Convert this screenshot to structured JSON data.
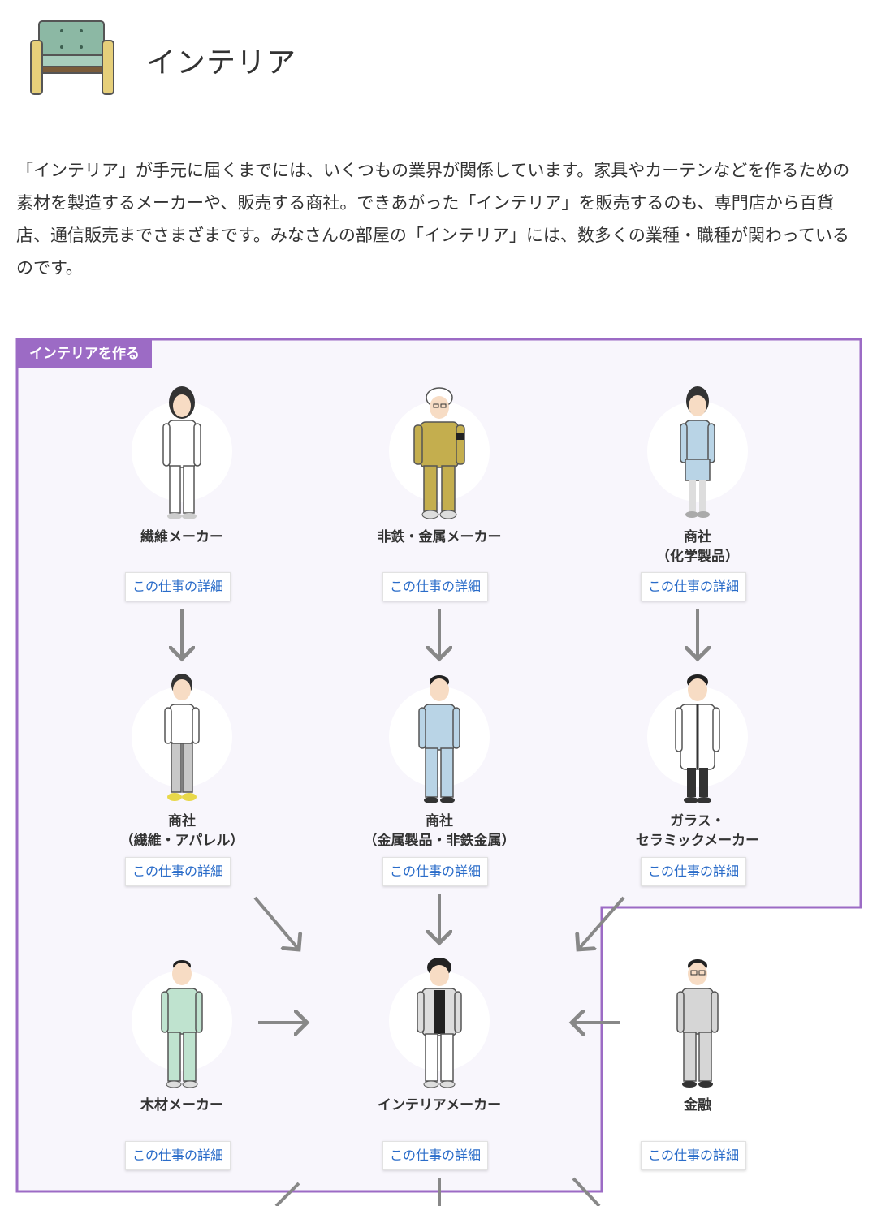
{
  "header": {
    "title": "インテリア",
    "icon": "armchair-icon"
  },
  "intro": "「インテリア」が手元に届くまでには、いくつもの業界が関係しています。家具やカーテンなどを作るための素材を製造するメーカーや、販売する商社。できあがった「インテリア」を販売するのも、専門店から百貨店、通信販売までさまざまです。みなさんの部屋の「インテリア」には、数多くの業種・職種が関わっているのです。",
  "group": {
    "label": "インテリアを作る",
    "color": "#9c6bc5"
  },
  "detail_label": "この仕事の詳細",
  "nodes": [
    {
      "id": "textile-maker",
      "line1": "繊維メーカー",
      "line2": "",
      "figure": "woman-white-suit-icon"
    },
    {
      "id": "metal-maker",
      "line1": "非鉄・金属メーカー",
      "line2": "",
      "figure": "worker-hardhat-icon"
    },
    {
      "id": "trading-chem",
      "line1": "商社",
      "line2": "（化学製品）",
      "figure": "woman-blue-suit-icon"
    },
    {
      "id": "trading-textile",
      "line1": "商社",
      "line2": "（繊維・アパレル）",
      "figure": "woman-jacket-icon"
    },
    {
      "id": "trading-metal",
      "line1": "商社",
      "line2": "（金属製品・非鉄金属）",
      "figure": "man-blue-suit-icon"
    },
    {
      "id": "glass-maker",
      "line1": "ガラス・",
      "line2": "セラミックメーカー",
      "figure": "man-labcoat-icon"
    },
    {
      "id": "lumber-maker",
      "line1": "木材メーカー",
      "line2": "",
      "figure": "man-green-suit-icon"
    },
    {
      "id": "interior-maker",
      "line1": "インテリアメーカー",
      "line2": "",
      "figure": "man-casual-jacket-icon"
    },
    {
      "id": "finance",
      "line1": "金融",
      "line2": "",
      "figure": "man-glasses-suit-icon"
    }
  ],
  "colors": {
    "link": "#2a6cc9",
    "arrow": "#888888",
    "panel_bg": "#f8f6fc"
  }
}
